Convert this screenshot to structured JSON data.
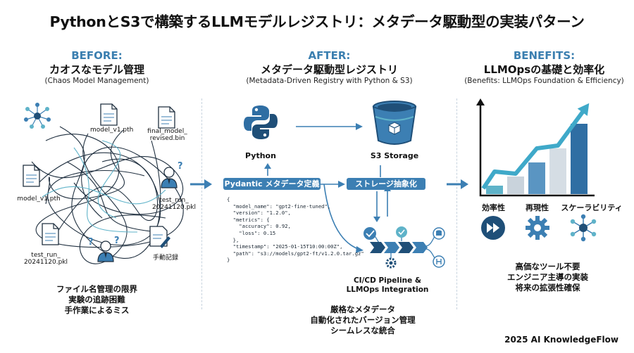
{
  "title": "PythonとS3で構築するLLMモデルレジストリ：メタデータ駆動型の実装パターン",
  "before": {
    "heading": "BEFORE:",
    "subtitle": "カオスなモデル管理",
    "subtitle_en": "(Chaos Model Management)",
    "files": [
      "model_v1.pth",
      "final_model_\nrevised.bin",
      "model_v1.pth",
      "test_run_\n20241120.pkl",
      "test_run_\n20241120.pkl",
      "手動記録"
    ],
    "problems": [
      "ファイル名管理の限界",
      "実験の追跡困難",
      "手作業によるミス"
    ]
  },
  "after": {
    "heading": "AFTER:",
    "subtitle": "メタデータ駆動型レジストリ",
    "subtitle_en": "(Metadata-Driven Registry with Python & S3)",
    "python_label": "Python",
    "s3_label": "S3 Storage",
    "pydantic_label": "Pydantic メタデータ定義",
    "storage_label": "ストレージ抽象化",
    "code": "{\n  \"model_name\": \"gpt2-fine-tuned\",\n  \"version\": \"1.2.0\",\n  \"metrics\": {\n    \"accuracy\": 0.92,\n    \"loss\": 0.15\n  },\n  \"timestamp\": \"2025-01-15T10:00:00Z\",\n  \"path\": \"s3://models/gpt2-ft/v1.2.0.tar.gz\"\n}",
    "cicd_label": "CI/CD Pipeline &\nLLMOps Integration",
    "features": [
      "厳格なメタデータ",
      "自動化されたバージョン管理",
      "シームレスな統合"
    ]
  },
  "benefits": {
    "heading": "BENEFITS:",
    "subtitle": "LLMOpsの基礎と効率化",
    "subtitle_en": "(Benefits: LLMOps Foundation & Efficiency)",
    "chart_bars": [
      0.12,
      0.25,
      0.45,
      0.65,
      1.0
    ],
    "items": [
      "効率性",
      "再現性",
      "スケーラビリティ"
    ],
    "results": [
      "高価なツール不要",
      "エンジニア主導の実装",
      "将来の拡張性確保"
    ]
  },
  "footer": "2025 AI KnowledgeFlow",
  "colors": {
    "accent": "#3c7fb3",
    "dark": "#1f4f78",
    "teal": "#5fb3c9"
  }
}
